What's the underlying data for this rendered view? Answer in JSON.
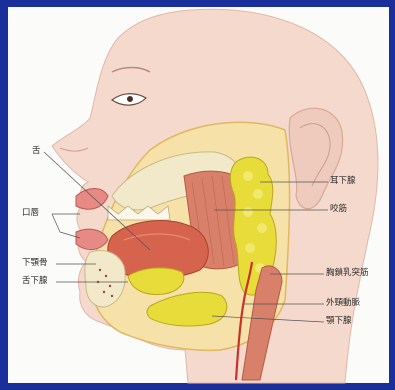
{
  "labels": {
    "tongue": "舌",
    "lips": "口唇",
    "mandible": "下顎骨",
    "sublingual_gland": "舌下腺",
    "parotid_gland": "耳下腺",
    "masseter": "咬筋",
    "sternocleidomastoid": "胸鎖乳突筋",
    "external_carotid": "外頸動脈",
    "submandibular_gland": "顎下腺"
  },
  "colors": {
    "frame": "#1b2f9a",
    "skin": "#f4d9cc",
    "gland": "#e8dc3a",
    "muscle": "#d9806a",
    "bone": "#f1e9c9",
    "tongue": "#d6634e",
    "artery": "#c8322a"
  },
  "icons": {
    "head": "head-cross-section-illustration"
  }
}
